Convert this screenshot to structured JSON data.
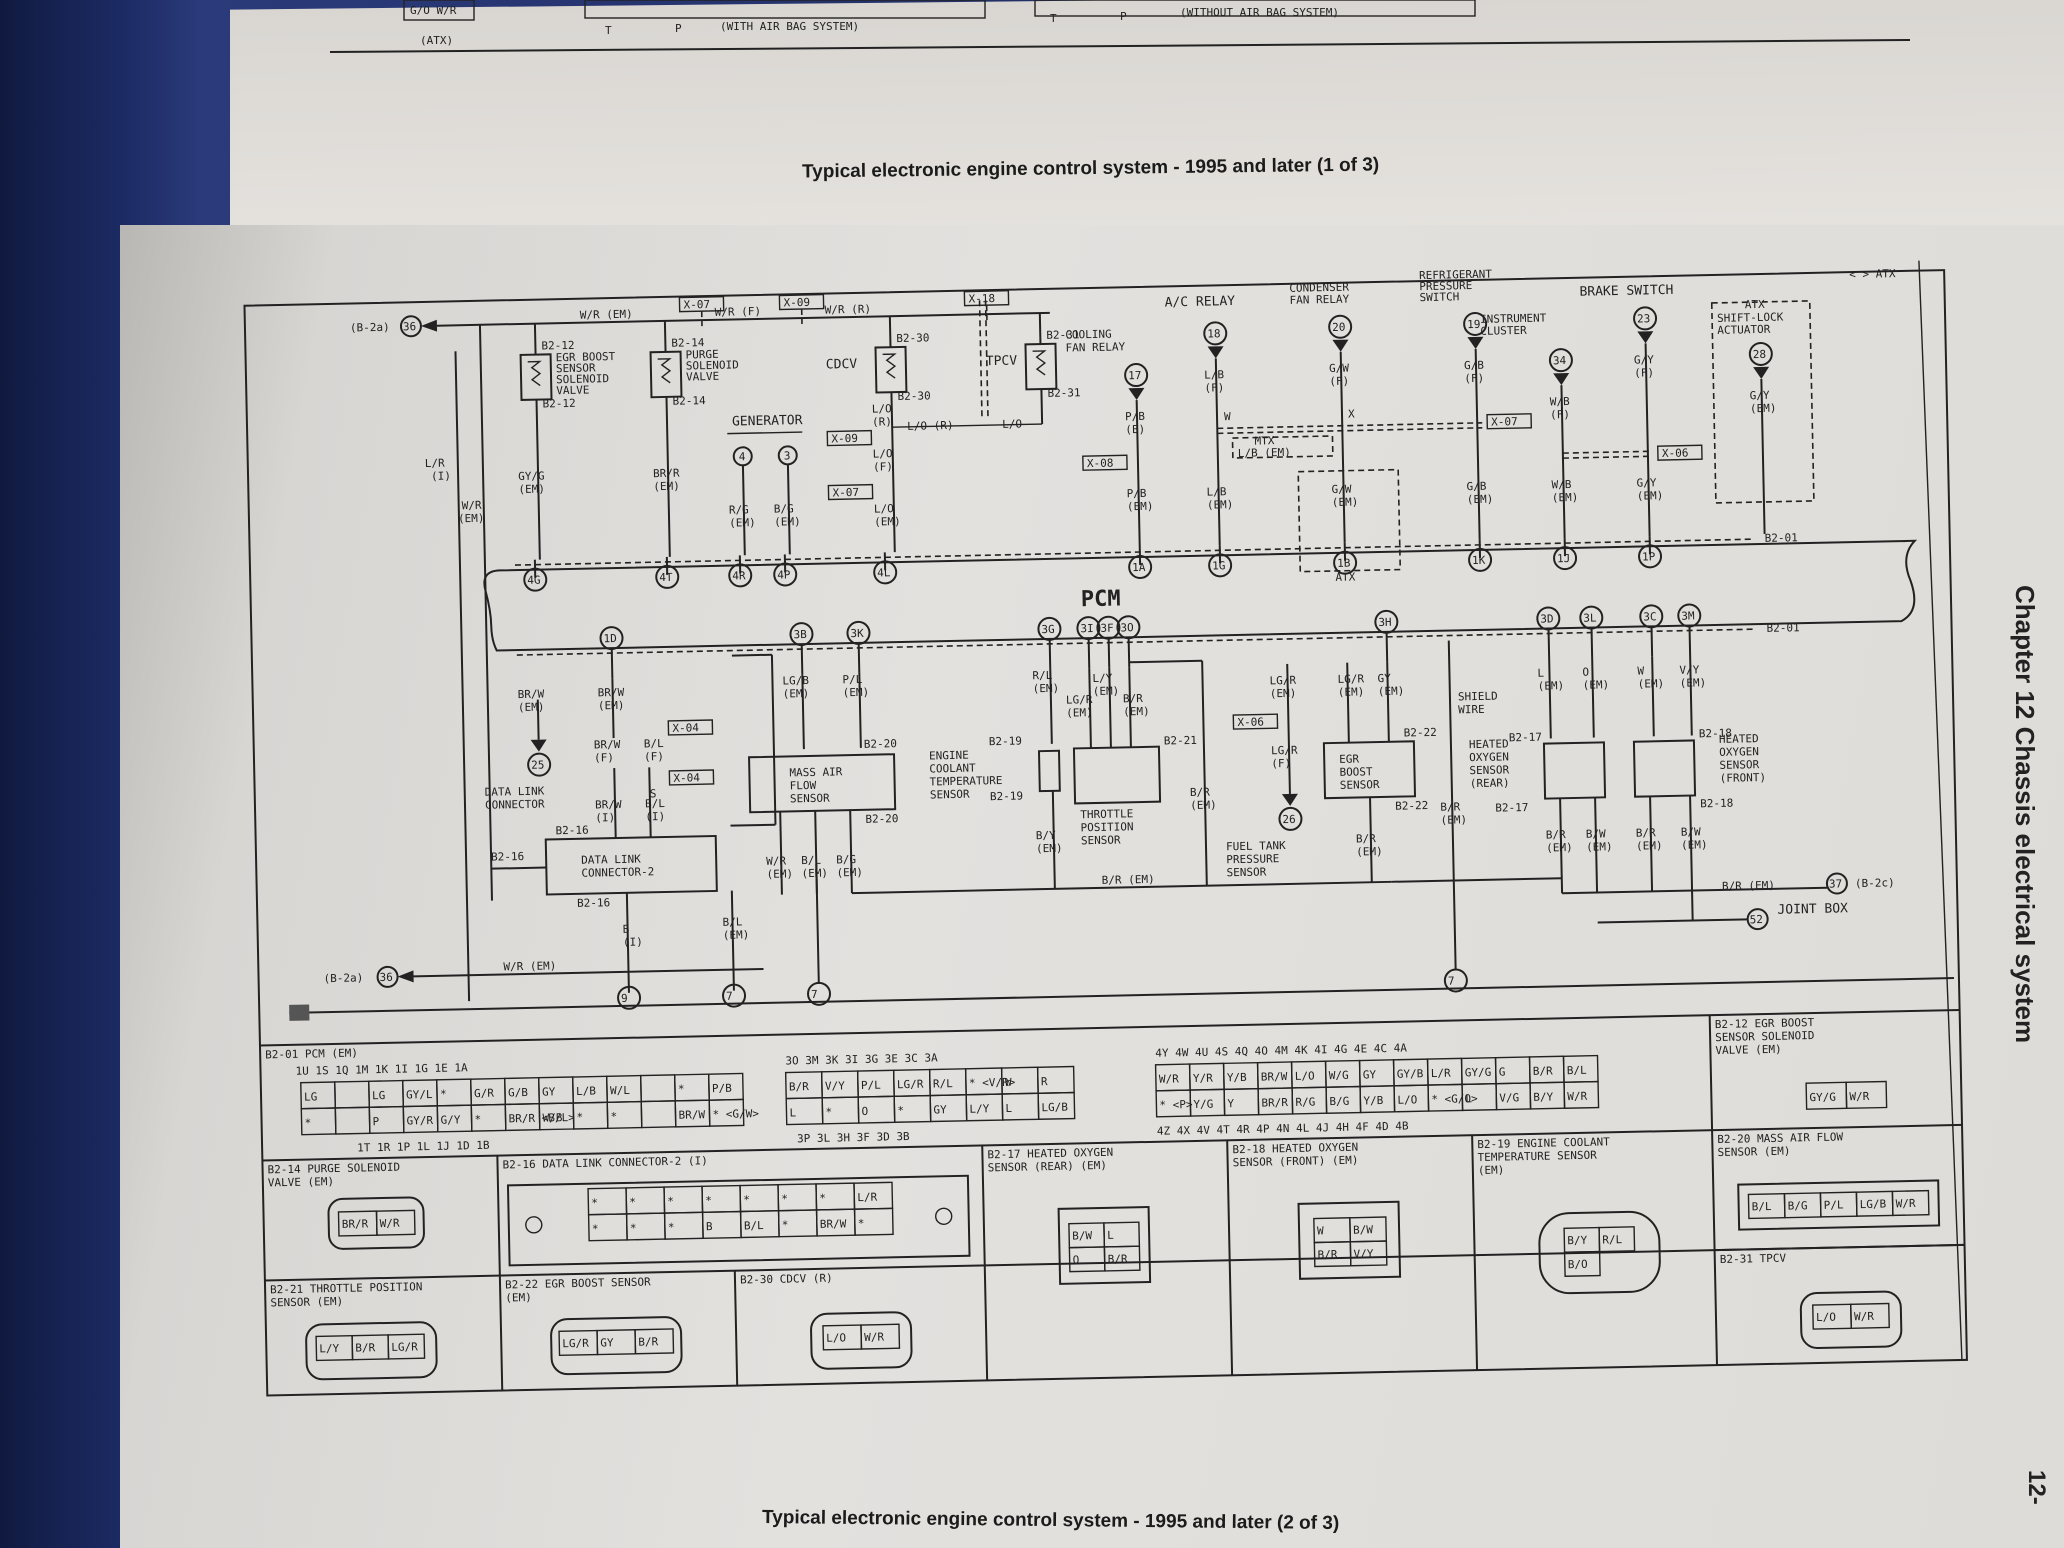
{
  "page": {
    "top_caption": "Typical electronic engine control system - 1995 and later (1 of 3)",
    "bottom_caption": "Typical electronic engine control system - 1995 and later (2 of 3)",
    "side_title": "Chapter 12  Chassis electrical system",
    "page_num": "12-",
    "top_strip": {
      "left_box": "G/O W/R",
      "atx": "(ATX)",
      "with_bag": "(WITH AIR BAG SYSTEM)",
      "without_bag": "(WITHOUT AIR BAG SYSTEM)",
      "t": "T",
      "p": "P"
    }
  },
  "diagram": {
    "pcm_label": "PCM",
    "atx_tag": "< > ATX",
    "top_headers": {
      "ac_relay": "A/C RELAY",
      "condenser_fan": [
        "CONDENSER",
        "FAN RELAY"
      ],
      "refrig_switch": [
        "REFRIGERANT",
        "PRESSURE",
        "SWITCH"
      ],
      "brake_switch": "BRAKE SWITCH",
      "instrument_cluster": [
        "INSTRUMENT",
        "CLUSTER"
      ],
      "shift_lock": [
        "ATX",
        "SHIFT-LOCK",
        "ACTUATOR"
      ],
      "cooling_fan_relay": [
        "COOLING",
        "FAN RELAY"
      ],
      "generator": "GENERATOR"
    },
    "top_components": [
      {
        "id": "egr",
        "name": [
          "EGR BOOST",
          "SENSOR",
          "SOLENOID",
          "VALVE"
        ],
        "conn_top": "B2-12",
        "conn_bot": "B2-12"
      },
      {
        "id": "purge",
        "name": [
          "PURGE",
          "SOLENOID",
          "VALVE"
        ],
        "conn_top": "B2-14",
        "conn_bot": "B2-14"
      },
      {
        "id": "cdcv",
        "name": [
          "CDCV"
        ],
        "conn_top": "B2-30",
        "conn_bot": "B2-30"
      },
      {
        "id": "tpcv",
        "name": [
          "TPCV"
        ],
        "conn_top": "B2-31",
        "conn_bot": "B2-31"
      }
    ],
    "splices": [
      "X-07",
      "X-09",
      "X-18",
      "X-08",
      "X-07",
      "X-09",
      "X-07",
      "X-04",
      "X-06",
      "X-07",
      "MTX",
      "ATX"
    ],
    "top_pins": [
      "4G",
      "4T",
      "4R",
      "4P",
      "4L",
      "1A",
      "1G",
      "1B",
      "1K",
      "1J",
      "1P"
    ],
    "bottom_pins": [
      "1D",
      "3B",
      "3K",
      "3G",
      "3I",
      "3F",
      "3O",
      "3H",
      "3D",
      "3L",
      "3C",
      "3M"
    ],
    "top_wires": {
      "feed": "W/R (EM)",
      "b2a_left": "(B-2a)",
      "b2a_num": "36",
      "f": "W/R (F)",
      "r": "W/R (R)",
      "egr_w": [
        "GY/G",
        "(EM)"
      ],
      "purge_w": [
        "BR/R",
        "(EM)"
      ],
      "gen4": "4",
      "gen3": "3",
      "gen4_w": [
        "R/G",
        "(EM)"
      ],
      "gen3_w": [
        "B/G",
        "(EM)"
      ],
      "cdcv_w": [
        "L/O",
        "(R)",
        "L/O",
        "(F)",
        "L/O",
        "(EM)"
      ],
      "lo_r": "L/O (R)",
      "lo": "L/O",
      "n17": "17",
      "pb_e": [
        "P/B",
        "(E)"
      ],
      "pb_em": [
        "P/B",
        "(EM)"
      ],
      "n18": "18",
      "lb_f": [
        "L/B",
        "(F)"
      ],
      "lb_em": [
        "L/B",
        "(EM)"
      ],
      "lb_mtx": "L/B (EM)",
      "n20": "20",
      "gw_f": [
        "G/W",
        "(F)"
      ],
      "gw_em": [
        "G/W",
        "(EM)"
      ],
      "n19": "19",
      "gb_f": [
        "G/B",
        "(F)"
      ],
      "gb_em": [
        "G/B",
        "(EM)"
      ],
      "n34": "34",
      "wb_f": [
        "W/B",
        "(F)"
      ],
      "wb_em": [
        "W/B",
        "(EM)"
      ],
      "n23": "23",
      "gy_f": [
        "G/Y",
        "(F)"
      ],
      "gy_em": [
        "G/Y",
        "(EM)"
      ],
      "n28": "28",
      "shift_w": [
        "G/Y",
        "(EM)"
      ],
      "lr_i": [
        "L/R",
        "(I)"
      ],
      "wr_em": [
        "W/R",
        "(EM)"
      ],
      "b2_01": "B2-01",
      "w": "W",
      "x": "X"
    },
    "bottom": {
      "dlc": {
        "name": [
          "DATA LINK",
          "CONNECTOR"
        ],
        "num": "25",
        "w1": [
          "BR/W",
          "(EM)"
        ],
        "w2": [
          "BR/W",
          "(EM)"
        ],
        "w3": [
          "BR/W",
          "(F)"
        ],
        "w4": [
          "B/L",
          "(F)"
        ],
        "w5": [
          "BR/W",
          "(I)"
        ],
        "w6": [
          "B/L",
          "(I)"
        ],
        "s": "S"
      },
      "dlc2": {
        "name": [
          "DATA LINK",
          "CONNECTOR-2"
        ],
        "c1": "B2-16",
        "c2": "B2-16",
        "c3": "B2-16",
        "w": [
          "B",
          "(I)"
        ],
        "bl": [
          "B/L",
          "(EM)"
        ]
      },
      "maf": {
        "name": [
          "MASS AIR",
          "FLOW",
          "SENSOR"
        ],
        "c1": "B2-20",
        "c2": "B2-20",
        "w_top": [
          [
            "LG/B",
            "(EM)"
          ],
          [
            "P/L",
            "(EM)"
          ]
        ],
        "w_bot": [
          [
            "W/R",
            "(EM)"
          ],
          [
            "B/L",
            "(EM)"
          ],
          [
            "B/G",
            "(EM)"
          ]
        ]
      },
      "ect": {
        "name": [
          "ENGINE",
          "COOLANT",
          "TEMPERATURE",
          "SENSOR"
        ],
        "c1": "B2-19",
        "c2": "B2-19",
        "w_top": [
          "R/L",
          "(EM)"
        ],
        "w_bot": [
          "B/Y",
          "(EM)"
        ]
      },
      "tps": {
        "name": [
          "THROTTLE",
          "POSITION",
          "SENSOR"
        ],
        "c1": "B2-21",
        "w": [
          [
            "L/Y",
            "(EM)"
          ],
          [
            "LG/R",
            "(EM)"
          ],
          [
            "B/R",
            "(EM)"
          ]
        ],
        "br": [
          "B/R",
          "(EM)"
        ]
      },
      "ftp": {
        "name": [
          "FUEL TANK",
          "PRESSURE",
          "SENSOR"
        ],
        "num": "26",
        "w1": [
          "LG/R",
          "(EM)"
        ],
        "w2": [
          "LG/R",
          "(F)"
        ]
      },
      "egr_boost": {
        "name": [
          "EGR",
          "BOOST",
          "SENSOR"
        ],
        "c1": "B2-22",
        "c2": "B2-22",
        "w_top": [
          [
            "LG/R",
            "(EM)"
          ],
          [
            "GY",
            "(EM)"
          ]
        ],
        "w_bot": [
          "B/R",
          "(EM)"
        ]
      },
      "ho2s_rear": {
        "name": [
          "HEATED",
          "OXYGEN",
          "SENSOR",
          "(REAR)"
        ],
        "c1": "B2-17",
        "c2": "B2-17",
        "shield": [
          "SHIELD",
          "WIRE"
        ],
        "w_top": [
          [
            "L",
            "(EM)"
          ],
          [
            "O",
            "(EM)"
          ]
        ],
        "w_bot": [
          [
            "B/R",
            "(EM)"
          ],
          [
            "B/W",
            "(EM)"
          ]
        ]
      },
      "ho2s_front": {
        "name": [
          "HEATED",
          "OXYGEN",
          "SENSOR",
          "(FRONT)"
        ],
        "c1": "B2-18",
        "c2": "B2-18",
        "w_top": [
          [
            "W",
            "(EM)"
          ],
          [
            "V/Y",
            "(EM)"
          ]
        ],
        "w_bot": [
          [
            "B/R",
            "(EM)"
          ],
          [
            "B/W",
            "(EM)"
          ]
        ]
      },
      "b2_01": "B2-01",
      "br_bus": "B/R (EM)",
      "br_right": "B/R (EM)",
      "n37": "37",
      "b2c": "(B-2c)",
      "n52": "52",
      "joint_box": "JOINT BOX",
      "b2a": "(B-2a)",
      "n36": "36",
      "wr_bus": "W/R (EM)",
      "g9": "9",
      "g7a": "7",
      "g7b": "7",
      "g7c": "7",
      "br_far": [
        "B/R",
        "(EM)"
      ]
    }
  },
  "connectors": {
    "pcm": {
      "title": "B2-01 PCM (EM)",
      "left": {
        "top_pins": "1U    1S  1Q    1M  1K  1I  1G    1E      1A",
        "row1": [
          "LG",
          "",
          "LG",
          "GY/L",
          "*",
          "G/R",
          "G/B",
          "GY",
          "L/B",
          "W/L",
          "",
          "*",
          "P/B"
        ],
        "row2": [
          "*",
          "",
          "P",
          "GY/R",
          "G/Y",
          "*",
          "BR/R <B/L>",
          "W/B",
          "*",
          "*",
          "",
          "BR/W",
          "* <G/W>"
        ],
        "bot_pins": "1T  1R  1P    1L  1J      1D  1B"
      },
      "mid": {
        "top_pins": "3O  3M   3K  3I  3G  3E   3C  3A",
        "row1": [
          "B/R",
          "V/Y",
          "P/L",
          "LG/R",
          "R/L",
          "* <V/R>",
          "W",
          "R"
        ],
        "row2": [
          "L",
          "*",
          "O",
          "*",
          "GY",
          "L/Y",
          "L",
          "LG/B"
        ],
        "bot_pins": "3P    3L    3H  3F  3D  3B"
      },
      "right": {
        "top_pins": "4Y 4W  4U 4S  4Q  4O  4M  4K  4I   4G  4E   4C  4A",
        "row1": [
          "W/R",
          "Y/R",
          "Y/B",
          "BR/W",
          "L/O",
          "W/G",
          "GY",
          "GY/B",
          "L/R",
          "GY/G",
          "G",
          "B/R",
          "B/L"
        ],
        "row2": [
          "* <P>",
          "Y/G",
          "Y",
          "BR/R",
          "R/G",
          "B/G",
          "Y/B",
          "L/O",
          "* <G/O>",
          "L",
          "V/G",
          "B/Y",
          "W/R"
        ],
        "bot_pins": "4Z  4X  4V  4T  4R  4P  4N  4L  4J  4H  4F  4D  4B"
      }
    },
    "egr_valve": {
      "title": [
        "B2-12 EGR BOOST",
        "SENSOR SOLENOID",
        "VALVE (EM)"
      ],
      "pins": [
        "GY/G",
        "W/R"
      ]
    },
    "purge": {
      "title": [
        "B2-14 PURGE SOLENOID",
        "VALVE (EM)"
      ],
      "pins": [
        "BR/R",
        "W/R"
      ]
    },
    "dlc2": {
      "title": "B2-16 DATA LINK CONNECTOR-2 (I)",
      "row1": [
        "*",
        "*",
        "*",
        "*",
        "*",
        "*",
        "*",
        "L/R"
      ],
      "row2": [
        "*",
        "*",
        "*",
        "B",
        "B/L",
        "*",
        "BR/W",
        "*"
      ]
    },
    "ho2s_rear": {
      "title": [
        "B2-17 HEATED OXYGEN",
        "SENSOR (REAR) (EM)"
      ],
      "pins": [
        "B/W",
        "L",
        "O",
        "B/R"
      ]
    },
    "ho2s_front": {
      "title": [
        "B2-18 HEATED OXYGEN",
        "SENSOR (FRONT) (EM)"
      ],
      "pins": [
        "W",
        "B/W",
        "B/R",
        "V/Y"
      ]
    },
    "ect": {
      "title": [
        "B2-19 ENGINE COOLANT",
        "TEMPERATURE SENSOR",
        "(EM)"
      ],
      "pins": [
        "B/Y",
        "R/L",
        "B/O"
      ]
    },
    "maf": {
      "title": [
        "B2-20 MASS AIR FLOW",
        "SENSOR (EM)"
      ],
      "pins": [
        "B/L",
        "B/G",
        "P/L",
        "LG/B",
        "W/R"
      ]
    },
    "tps": {
      "title": [
        "B2-21 THROTTLE POSITION",
        "SENSOR (EM)"
      ],
      "pins": [
        "L/Y",
        "B/R",
        "LG/R"
      ]
    },
    "egr_sensor": {
      "title": [
        "B2-22 EGR BOOST SENSOR",
        "(EM)"
      ],
      "pins": [
        "LG/R",
        "GY",
        "B/R"
      ]
    },
    "cdcv": {
      "title": "B2-30 CDCV (R)",
      "pins": [
        "L/O",
        "W/R"
      ]
    },
    "tpcv": {
      "title": "B2-31 TPCV",
      "pins": [
        "L/O",
        "W/R"
      ]
    }
  }
}
